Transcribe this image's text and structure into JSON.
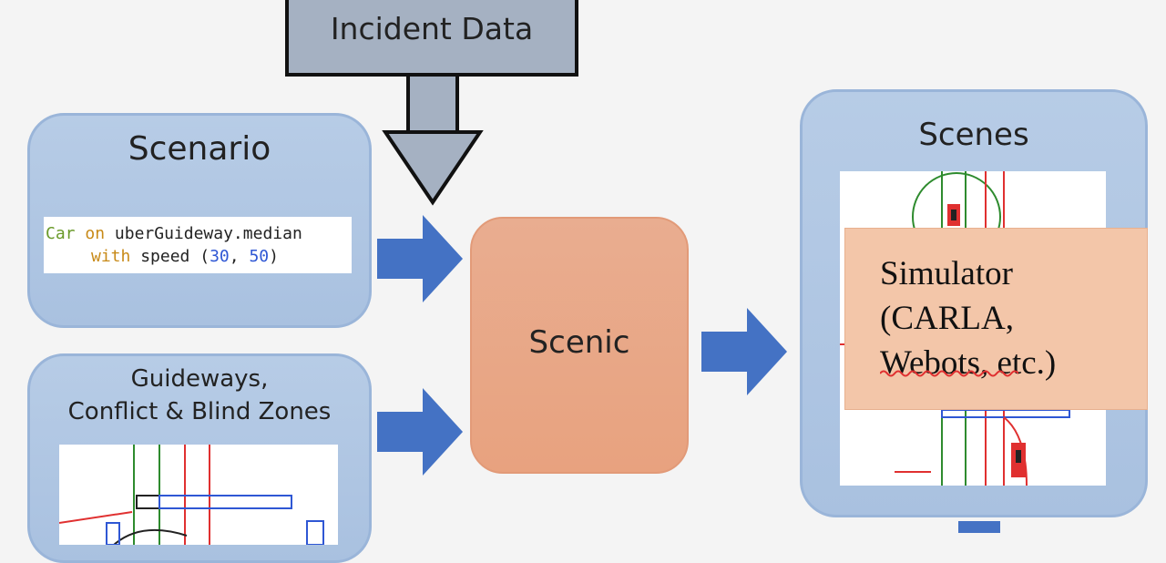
{
  "incident": {
    "label": "Incident Data"
  },
  "scenario": {
    "title": "Scenario",
    "code": {
      "line1": {
        "car": "Car",
        "on": "on",
        "guideway": "uberGuideway.median"
      },
      "line2": {
        "with": "with",
        "speed": "speed (",
        "v1": "30",
        "comma": ", ",
        "v2": "50",
        "close": ")"
      }
    }
  },
  "guideways": {
    "title_line1": "Guideways,",
    "title_line2": "Conflict & Blind Zones"
  },
  "scenic": {
    "label": "Scenic"
  },
  "scenes": {
    "title": "Scenes"
  },
  "simulator": {
    "label": "Simulator\n(CARLA,\nWebots, etc.)"
  },
  "colors": {
    "arrow_blue": "#4472c4",
    "incident_gray": "#a5b1c2",
    "scenario_blue": "#b4c9e5",
    "scenic_orange": "#e8a584",
    "simulator_peach": "#f3c6a9",
    "lane_green": "#2e8b2e",
    "lane_red": "#e03030"
  }
}
